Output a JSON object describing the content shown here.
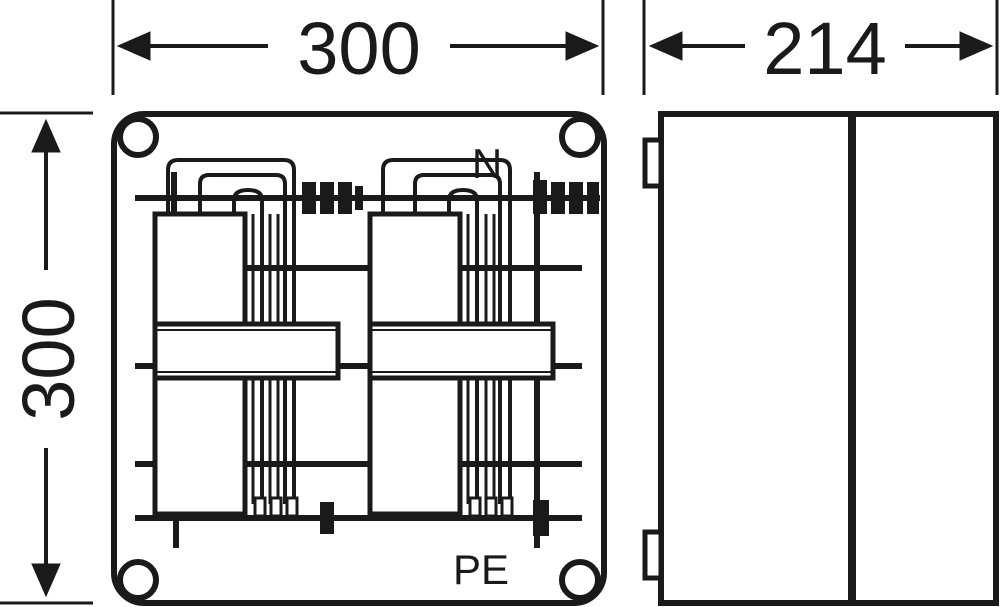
{
  "dimensions": {
    "front_width": "300",
    "front_height": "300",
    "side_depth": "214"
  },
  "labels": {
    "neutral": "N",
    "protective_earth": "PE"
  },
  "colors": {
    "line": "#1a1a1a",
    "background": "#ffffff"
  }
}
